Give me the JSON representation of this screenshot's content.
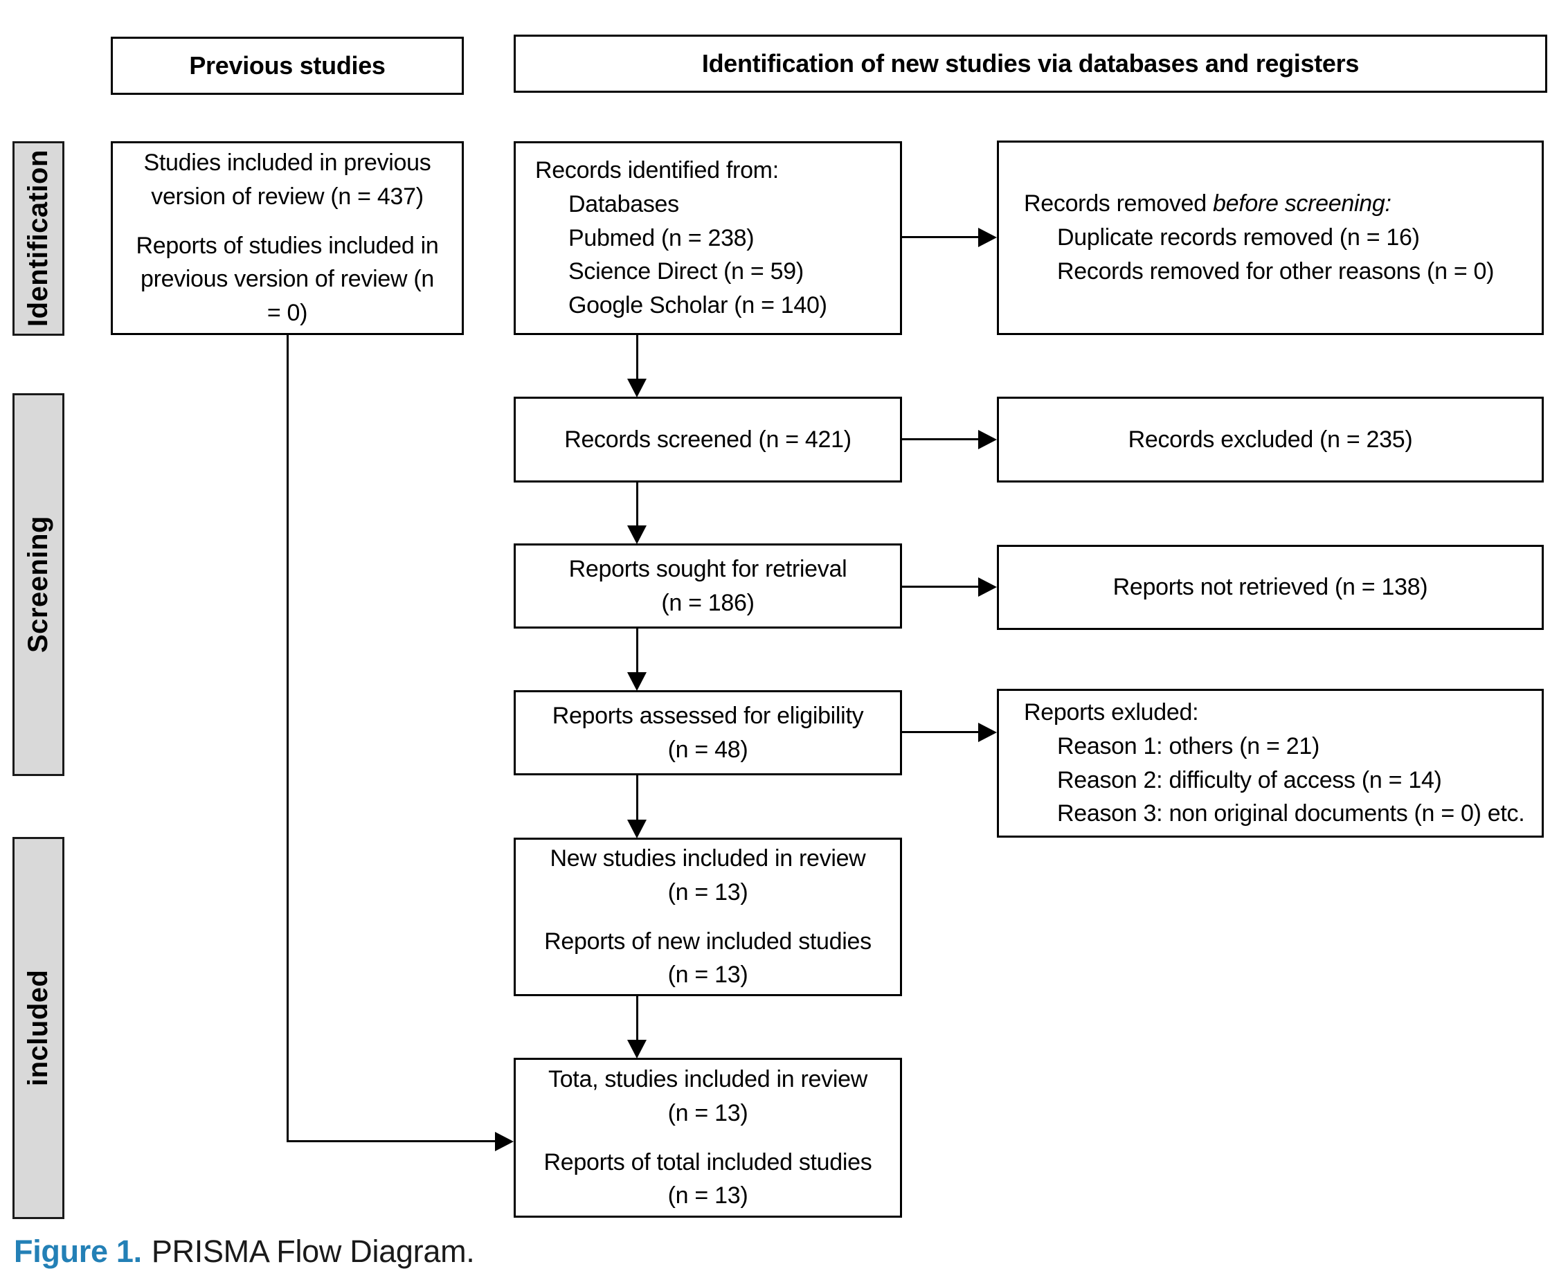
{
  "headers": {
    "previous": "Previous studies",
    "identification": "Identification of new studies via databases and registers"
  },
  "sidebar": {
    "identification": "Identification",
    "screening": "Screening",
    "included": "included"
  },
  "boxes": {
    "previous_studies": {
      "para1": "Studies included in previous version of review (n = 437)",
      "para2": "Reports of studies included in previous version of review (n = 0)"
    },
    "records_identified": {
      "intro": "Records identified from:",
      "items": [
        "Databases",
        "Pubmed (n = 238)",
        "Science Direct (n = 59)",
        "Google Scholar (n = 140)"
      ]
    },
    "records_removed": {
      "intro_plain": "Records removed ",
      "intro_italic": "before screening:",
      "items": [
        "Duplicate records removed (n = 16)",
        "Records removed for other reasons (n = 0)"
      ]
    },
    "records_screened": "Records screened (n = 421)",
    "records_excluded": "Records excluded (n = 235)",
    "reports_sought": {
      "line1": "Reports sought for retrieval",
      "line2": "(n = 186)"
    },
    "reports_not_retrieved": "Reports not retrieved (n = 138)",
    "reports_assessed": {
      "line1": "Reports assessed for eligibility",
      "line2": "(n = 48)"
    },
    "reports_excluded": {
      "intro": "Reports exluded:",
      "items": [
        "Reason 1: others (n = 21)",
        "Reason 2: difficulty of access (n = 14)",
        "Reason 3: non original documents (n = 0) etc."
      ]
    },
    "new_studies": {
      "line1": "New studies included in review",
      "line2": "(n = 13)",
      "line3": "Reports of new included studies",
      "line4": "(n = 13)"
    },
    "total_studies": {
      "line1": "Tota, studies included in review",
      "line2": "(n = 13)",
      "line3": "Reports of total included studies",
      "line4": "(n = 13)"
    }
  },
  "caption": {
    "prefix": "Figure 1.",
    "text": "PRISMA Flow Diagram."
  },
  "colors": {
    "sidebar_fill": "#d9d9d9",
    "line_black": "#000000",
    "caption_blue": "#2380b6"
  }
}
